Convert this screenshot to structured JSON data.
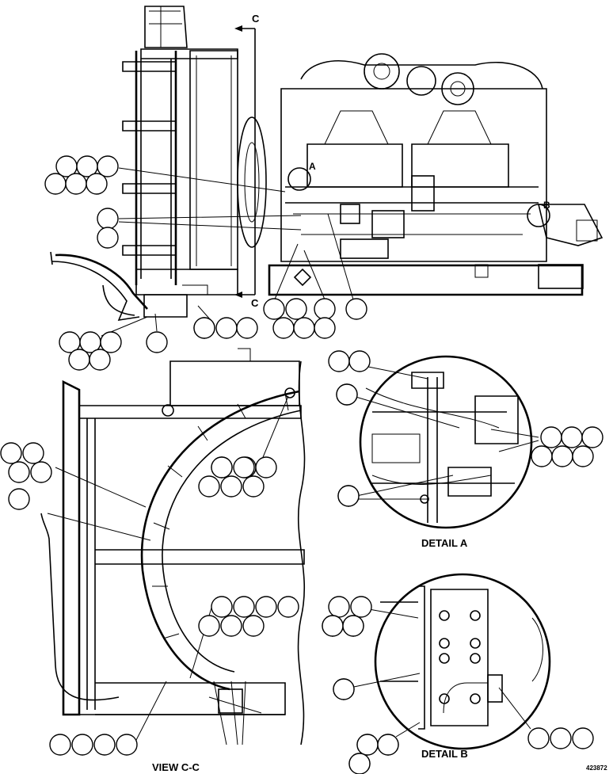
{
  "figure_id": "423872",
  "labels": {
    "section_marker_top": "C",
    "section_marker_bottom": "C",
    "detail_a_marker": "A",
    "detail_b_marker": "B",
    "detail_a_title": "DETAIL A",
    "detail_b_title": "DETAIL B",
    "view_cc_title": "VIEW C-C"
  },
  "callout_groups": [
    {
      "id": "g1",
      "count": 6
    },
    {
      "id": "g2",
      "count": 2
    },
    {
      "id": "g3",
      "count": 7
    },
    {
      "id": "g4",
      "count": 2
    },
    {
      "id": "g5",
      "count": 4
    },
    {
      "id": "g6",
      "count": 4
    },
    {
      "id": "g7",
      "count": 2
    },
    {
      "id": "g8",
      "count": 2
    },
    {
      "id": "g9",
      "count": 2
    },
    {
      "id": "g10",
      "count": 6
    },
    {
      "id": "g11",
      "count": 2
    },
    {
      "id": "g12",
      "count": 5
    },
    {
      "id": "g13",
      "count": 8
    },
    {
      "id": "g14",
      "count": 5
    },
    {
      "id": "g15",
      "count": 4
    },
    {
      "id": "g16",
      "count": 4
    },
    {
      "id": "g17",
      "count": 1
    },
    {
      "id": "g18",
      "count": 5
    },
    {
      "id": "g19",
      "count": 4
    },
    {
      "id": "g20",
      "count": 3
    }
  ]
}
